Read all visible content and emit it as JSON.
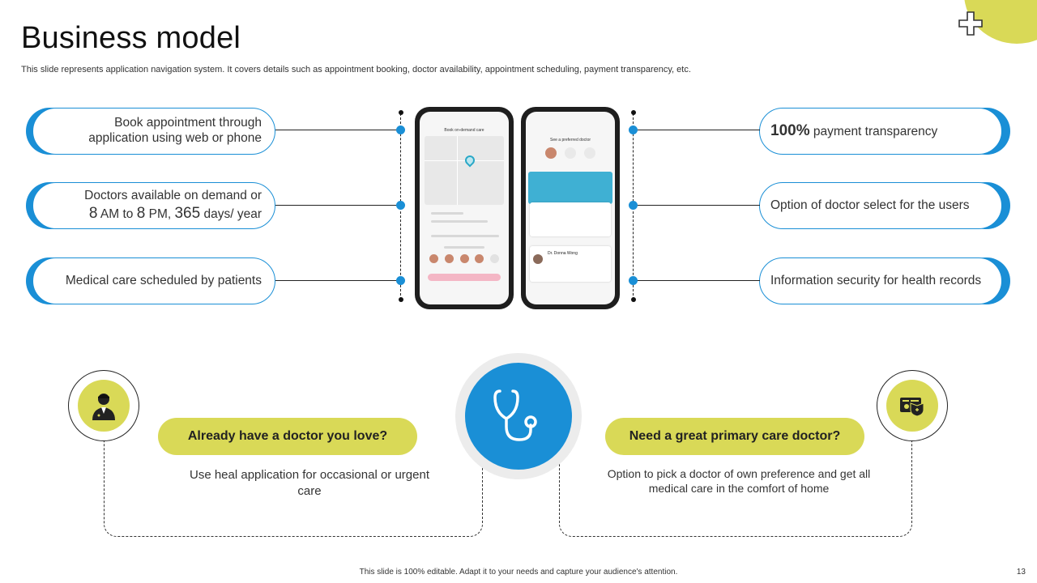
{
  "header": {
    "title": "Business model",
    "subtitle": "This slide represents application navigation system. It covers details such as appointment booking, doctor availability, appointment scheduling, payment transparency, etc."
  },
  "left_items": [
    {
      "line1": "Book appointment through",
      "line2": "application using web or phone"
    },
    {
      "line1": "Doctors available on demand or",
      "num1": "8",
      "t1": " AM to ",
      "num2": "8",
      "t2": " PM, ",
      "num3": "365",
      "t3": " days/ year"
    },
    {
      "text": "Medical care scheduled by patients"
    }
  ],
  "right_items": [
    {
      "bold": "100%",
      "text": " payment transparency"
    },
    {
      "text": "Option of doctor select for the users"
    },
    {
      "text": "Information security for health records"
    }
  ],
  "phones": {
    "left_screen_title": "Book on-demand care",
    "right_screen_title": "See a preferred doctor",
    "right_card_name": "Dr. Donna Wong"
  },
  "bottom": {
    "left_question": "Already have a doctor you love?",
    "left_desc": "Use heal application for occasional or urgent care",
    "right_question": "Need a great primary care doctor?",
    "right_desc": "Option to pick a doctor of own preference and get all medical care in the comfort of home"
  },
  "footer": {
    "note": "This slide is 100% editable. Adapt it to your needs and capture your audience's attention.",
    "page_number": "13"
  },
  "colors": {
    "accent_blue": "#1a8fd6",
    "accent_yellow": "#d9d957"
  },
  "icons": [
    "plus-icon",
    "doctor-icon",
    "stethoscope-icon",
    "medical-card-icon"
  ]
}
